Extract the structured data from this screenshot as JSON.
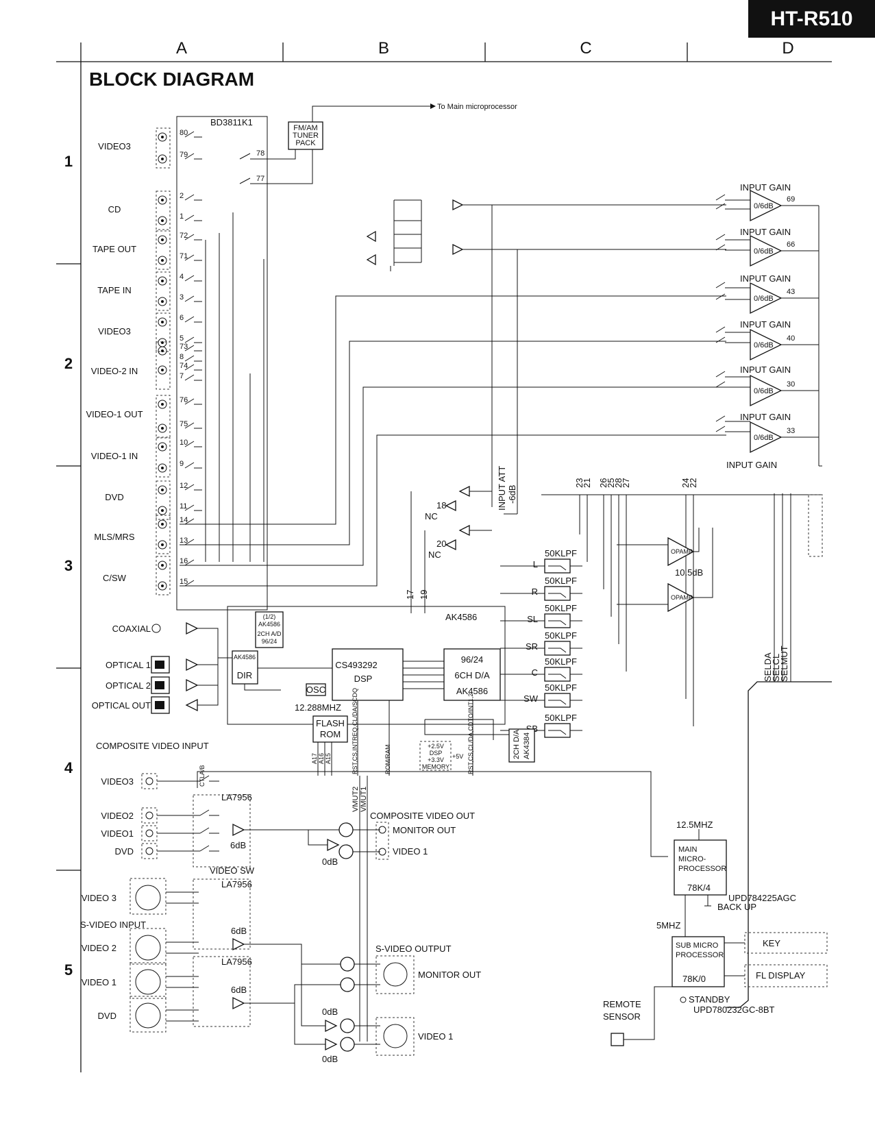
{
  "model": "HT-R510",
  "title": "BLOCK DIAGRAM",
  "columns": [
    "A",
    "B",
    "C",
    "D"
  ],
  "rows": [
    "1",
    "2",
    "3",
    "4",
    "5"
  ],
  "labels": {
    "to_main_micro": "To Main microprocessor",
    "bd3811": "BD3811K1",
    "tuner": [
      "FM/AM",
      "TUNER",
      "PACK"
    ],
    "input_gain": "INPUT GAIN",
    "gain_06": "0/6dB",
    "input_att": "INPUT ATT",
    "minus6db": "-6dB",
    "nc": "NC",
    "opamp": "OPAMP",
    "db105": "10.5dB",
    "lpf": "50KLPF",
    "ak4586": "AK4586",
    "ak4586_small": [
      "(1/2)",
      "AK4586",
      "2CH A/D",
      "96/24"
    ],
    "dir": "DIR",
    "dsp": [
      "CS493292",
      "DSP"
    ],
    "da": [
      "96/24",
      "6CH D/A",
      "AK4586"
    ],
    "osc": "OSC",
    "osc_freq": "12.288MHZ",
    "flash": [
      "FLASH",
      "ROM"
    ],
    "da2": [
      "2CH D/A",
      "AK4384"
    ],
    "power": [
      "+2.5V",
      "DSP",
      "+3.3V",
      "MEMORY",
      "+5V"
    ],
    "bus": [
      "A17",
      "A16",
      "A15",
      "RST,CS,INTREQ,CL/DA/SCDQ",
      "ROM/RAM",
      "RST,CS,CL/DA,CDTO/INT1,2"
    ],
    "selda": [
      "SELDA",
      "SELCL",
      "SELMUT"
    ],
    "composite_video_input": "COMPOSITE VIDEO INPUT",
    "la7956": "LA7956",
    "ctl": "CTLA/B",
    "db6": "6dB",
    "db0": "0dB",
    "vmut": [
      "VMUT2",
      "VMUT1"
    ],
    "composite_video_out": "COMPOSITE VIDEO OUT",
    "monitor_out": "MONITOR OUT",
    "video1": "VIDEO 1",
    "video1b": "VIDEO 1",
    "video_sw": "VIDEO SW",
    "svideo_input": "S-VIDEO INPUT",
    "svideo_output": "S-VIDEO OUTPUT",
    "main_micro": [
      "MAIN",
      "MICRO-",
      "PROCESSOR",
      "78K/4"
    ],
    "main_clk": "12.5MHZ",
    "main_part": "UPD784225AGC",
    "backup": "BACK UP",
    "sub_clk": "5MHZ",
    "sub_micro": [
      "SUB MICRO",
      "PROCESSOR",
      "78K/0"
    ],
    "key": "KEY",
    "fl_display": "FL DISPLAY",
    "standby": "STANDBY",
    "sub_part": "UPD780232GC-8BT",
    "remote": [
      "REMOTE",
      "SENSOR"
    ]
  },
  "audio_inputs": [
    {
      "name": "VIDEO3",
      "pins": [
        "80",
        "79"
      ]
    },
    {
      "name": "CD",
      "pins": [
        "2",
        "1"
      ]
    },
    {
      "name": "TAPE OUT",
      "pins": [
        "72",
        "71"
      ]
    },
    {
      "name": "TAPE IN",
      "pins": [
        "4",
        "3"
      ]
    },
    {
      "name": "VIDEO3",
      "pins": [
        "6",
        "5"
      ]
    },
    {
      "name": "VIDEO-2 IN",
      "pins": [
        "73",
        "8",
        "74",
        "7"
      ]
    },
    {
      "name": "VIDEO-1 OUT",
      "pins": [
        "76",
        "75"
      ]
    },
    {
      "name": "VIDEO-1 IN",
      "pins": [
        "10",
        "9"
      ]
    },
    {
      "name": "DVD",
      "pins": [
        "12",
        "11"
      ]
    },
    {
      "name": "MLS/MRS",
      "pins": [
        "14",
        "13"
      ]
    },
    {
      "name": "C/SW",
      "pins": [
        "16",
        "15"
      ]
    }
  ],
  "tuner_pins": [
    "78",
    "77"
  ],
  "gain_pins": [
    "69",
    "66",
    "43",
    "40",
    "30",
    "33"
  ],
  "bus_pins": [
    "23",
    "21",
    "26",
    "25",
    "28",
    "27",
    "24",
    "22"
  ],
  "att_pins": [
    "18",
    "20"
  ],
  "ad_pins": [
    "17",
    "19"
  ],
  "digital_inputs": [
    "COAXIAL",
    "OPTICAL 1",
    "OPTICAL 2",
    "OPTICAL OUT"
  ],
  "lpf_channels": [
    "L",
    "R",
    "SL",
    "SR",
    "C",
    "SW",
    "SB"
  ],
  "composite_inputs": [
    "VIDEO3",
    "VIDEO2",
    "VIDEO1",
    "DVD"
  ],
  "svideo_inputs": [
    "VIDEO 3",
    "VIDEO 2",
    "VIDEO 1",
    "DVD"
  ]
}
